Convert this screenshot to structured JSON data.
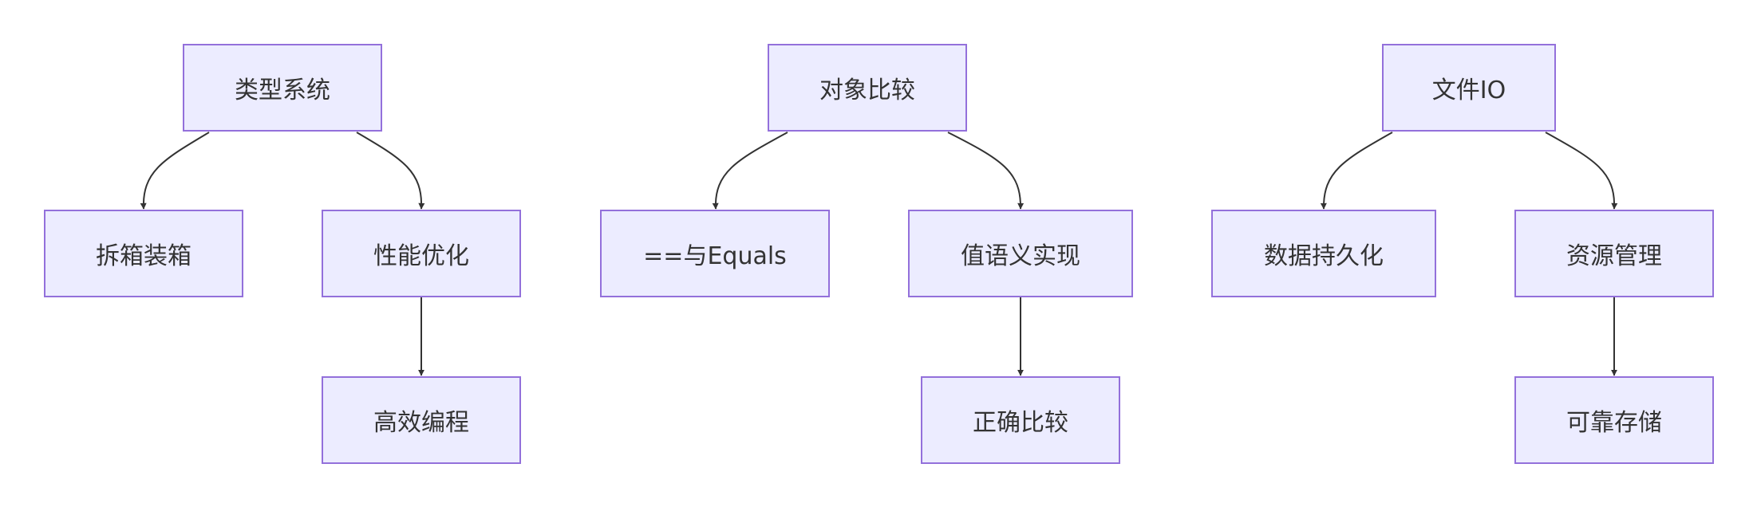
{
  "diagram": {
    "colors": {
      "node_fill": "#ECECFF",
      "node_border": "#9370DB",
      "edge": "#333333",
      "text": "#333333",
      "background": "#FFFFFF"
    },
    "trees": [
      {
        "root": "类型系统",
        "children": [
          {
            "label": "拆箱装箱"
          },
          {
            "label": "性能优化",
            "children": [
              {
                "label": "高效编程"
              }
            ]
          }
        ]
      },
      {
        "root": "对象比较",
        "children": [
          {
            "label": "==与Equals"
          },
          {
            "label": "值语义实现",
            "children": [
              {
                "label": "正确比较"
              }
            ]
          }
        ]
      },
      {
        "root": "文件IO",
        "children": [
          {
            "label": "数据持久化"
          },
          {
            "label": "资源管理",
            "children": [
              {
                "label": "可靠存储"
              }
            ]
          }
        ]
      }
    ]
  }
}
